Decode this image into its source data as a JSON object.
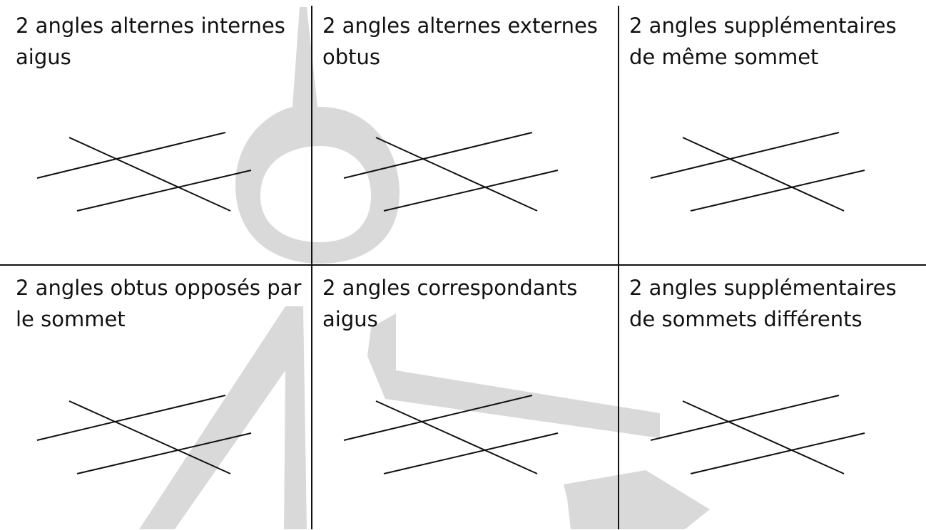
{
  "colors": {
    "line": "#111111",
    "watermark": "#d9d9d9",
    "background": "#ffffff"
  },
  "watermark_icon": "pen-logo-watermark",
  "cells": [
    {
      "label": "2 angles alternes internes aigus"
    },
    {
      "label": "2 angles alternes externes obtus"
    },
    {
      "label": "2 angles supplémentaires de même sommet"
    },
    {
      "label": "2 angles obtus opposés par le sommet"
    },
    {
      "label": "2 angles correspondants aigus"
    },
    {
      "label": "2 angles supplémentaires de sommets différents"
    }
  ]
}
